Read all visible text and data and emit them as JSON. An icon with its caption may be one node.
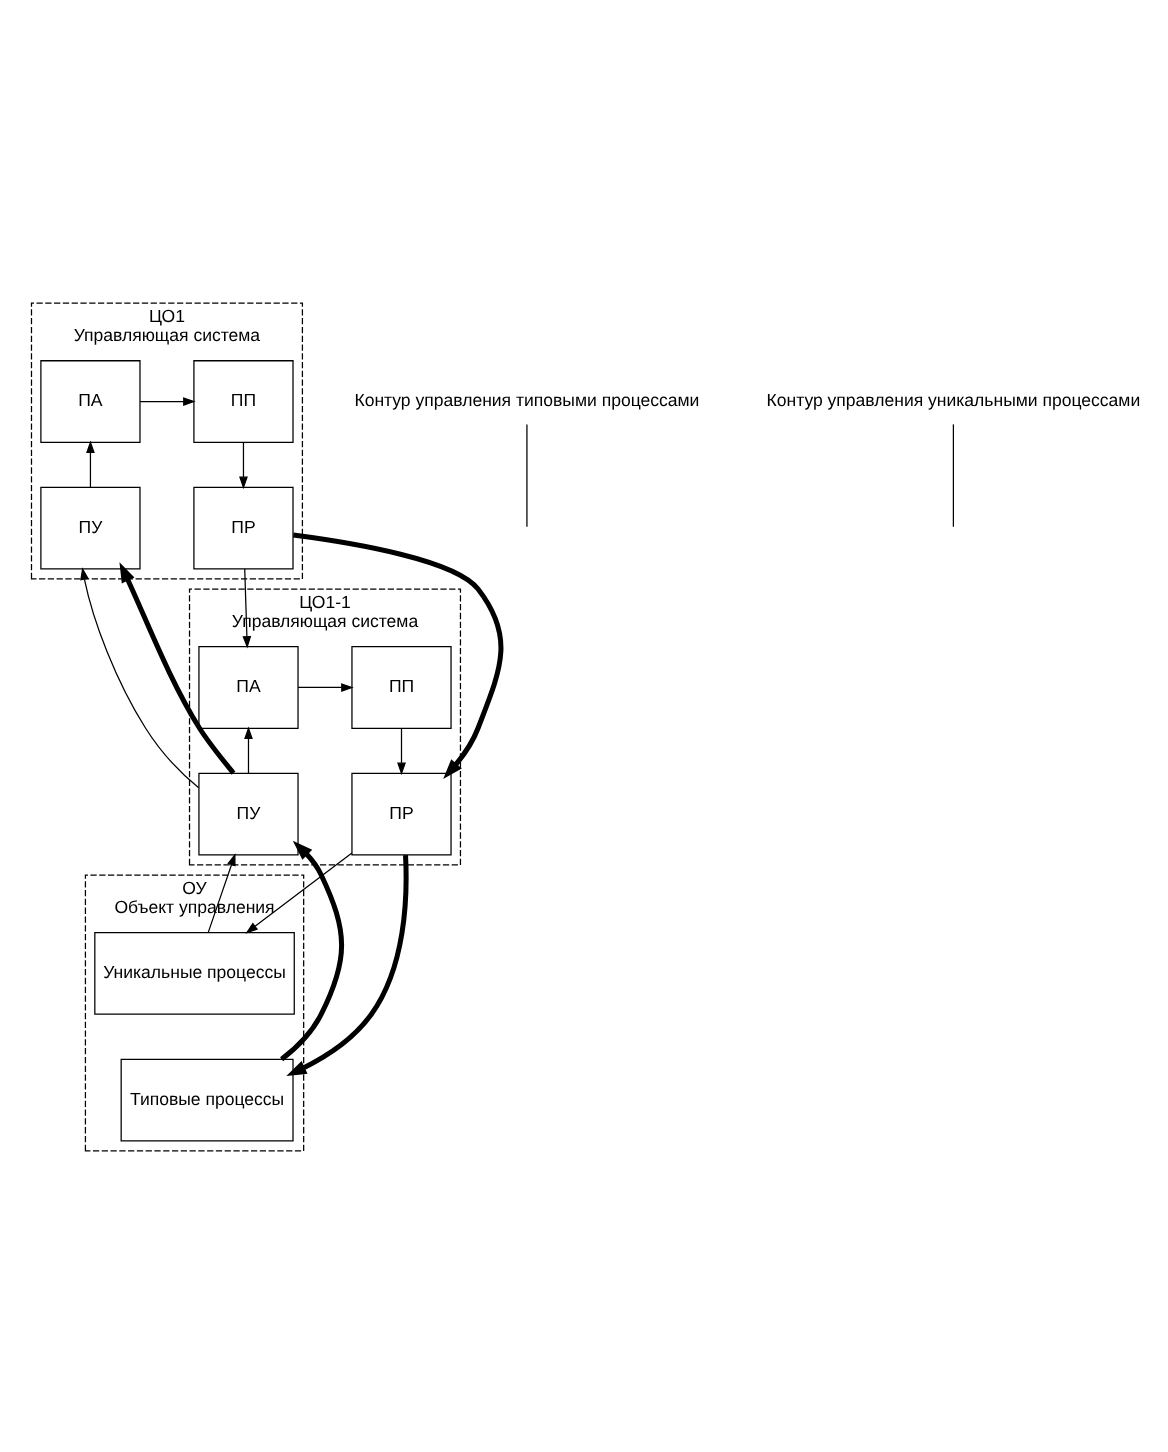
{
  "diagram": {
    "nodes": [
      {
        "text": [
          "ЦО1",
          "Управляющая система"
        ]
      },
      {
        "text": [
          "ПА"
        ],
        "in": 0
      },
      {
        "text": [
          "ПП"
        ],
        "in": 0
      },
      {
        "text": [
          "ПУ"
        ],
        "in": 0
      },
      {
        "text": [
          "ПР"
        ],
        "in": 0
      },
      {
        "text": [
          "ЦО1-1",
          "Управляющая система"
        ]
      },
      {
        "text": [
          "ПА"
        ],
        "in": 5
      },
      {
        "text": [
          "ПП"
        ],
        "in": 5
      },
      {
        "text": [
          "ПУ"
        ],
        "in": 5
      },
      {
        "text": [
          "ПР"
        ],
        "in": 5
      },
      {
        "text": [
          "ОУ",
          "Объект управления"
        ]
      },
      {
        "text": [
          "Уникальные процессы"
        ],
        "in": 10
      },
      {
        "text": [
          "Типовые процессы"
        ],
        "in": 10
      },
      {
        "text": [
          "Контур управления типовыми процессами"
        ]
      },
      {
        "text": [
          "Контур управления уникальными процессами"
        ]
      }
    ],
    "edges": [
      {
        "from": 1,
        "to": 2,
        "arrow": "to"
      },
      {
        "from": 2,
        "to": 4,
        "arrow": "to"
      },
      {
        "from": 3,
        "to": 1,
        "arrow": "to"
      },
      {
        "from": 4,
        "to": 6,
        "arrow": "to"
      },
      {
        "from": 4,
        "to": 9,
        "arrow": "to",
        "style": "thick"
      },
      {
        "from": 6,
        "to": 7,
        "arrow": "to"
      },
      {
        "from": 7,
        "to": 9,
        "arrow": "to"
      },
      {
        "from": 8,
        "to": 6,
        "arrow": "to"
      },
      {
        "from": 8,
        "to": 3,
        "arrow": "to"
      },
      {
        "from": 8,
        "to": 3,
        "arrow": "to",
        "style": "thick"
      },
      {
        "from": 9,
        "to": 11,
        "arrow": "to"
      },
      {
        "from": 9,
        "to": 12,
        "arrow": "to",
        "style": "thick"
      },
      {
        "from": 11,
        "to": 8,
        "arrow": "to"
      },
      {
        "from": 12,
        "to": 8,
        "arrow": "to",
        "style": "thick"
      },
      {
        "from": 13,
        "to": null,
        "arrow": "none"
      },
      {
        "from": 14,
        "to": null,
        "arrow": "none"
      }
    ]
  }
}
